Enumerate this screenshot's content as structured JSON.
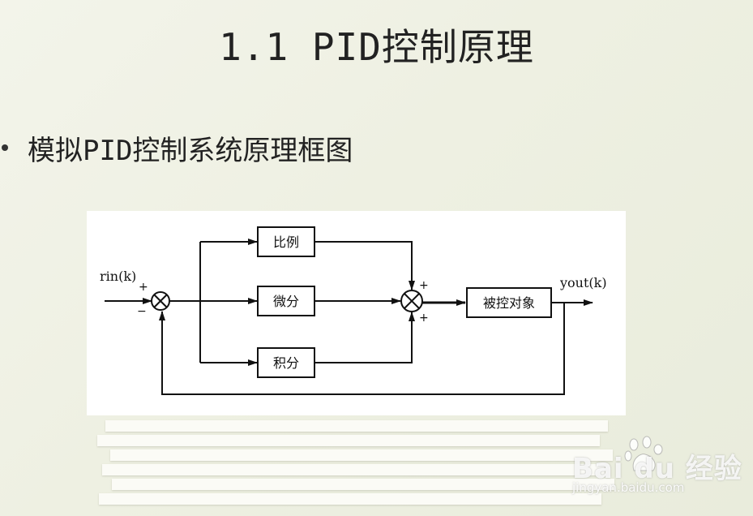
{
  "slide": {
    "title": "1.1  PID控制原理",
    "bullet": "模拟PID控制系统原理框图"
  },
  "diagram": {
    "input_label": "rin(k)",
    "output_label": "yout(k)",
    "blocks": {
      "proportional": "比例",
      "derivative": "微分",
      "integral": "积分",
      "plant": "被控对象"
    },
    "junction1_signs": {
      "top": "+",
      "bottom": "−"
    },
    "junction2_signs": {
      "top": "+",
      "bottom": "+"
    }
  },
  "watermark": {
    "brand": "Bai du 经验",
    "url": "jingyan.baidu.com"
  }
}
